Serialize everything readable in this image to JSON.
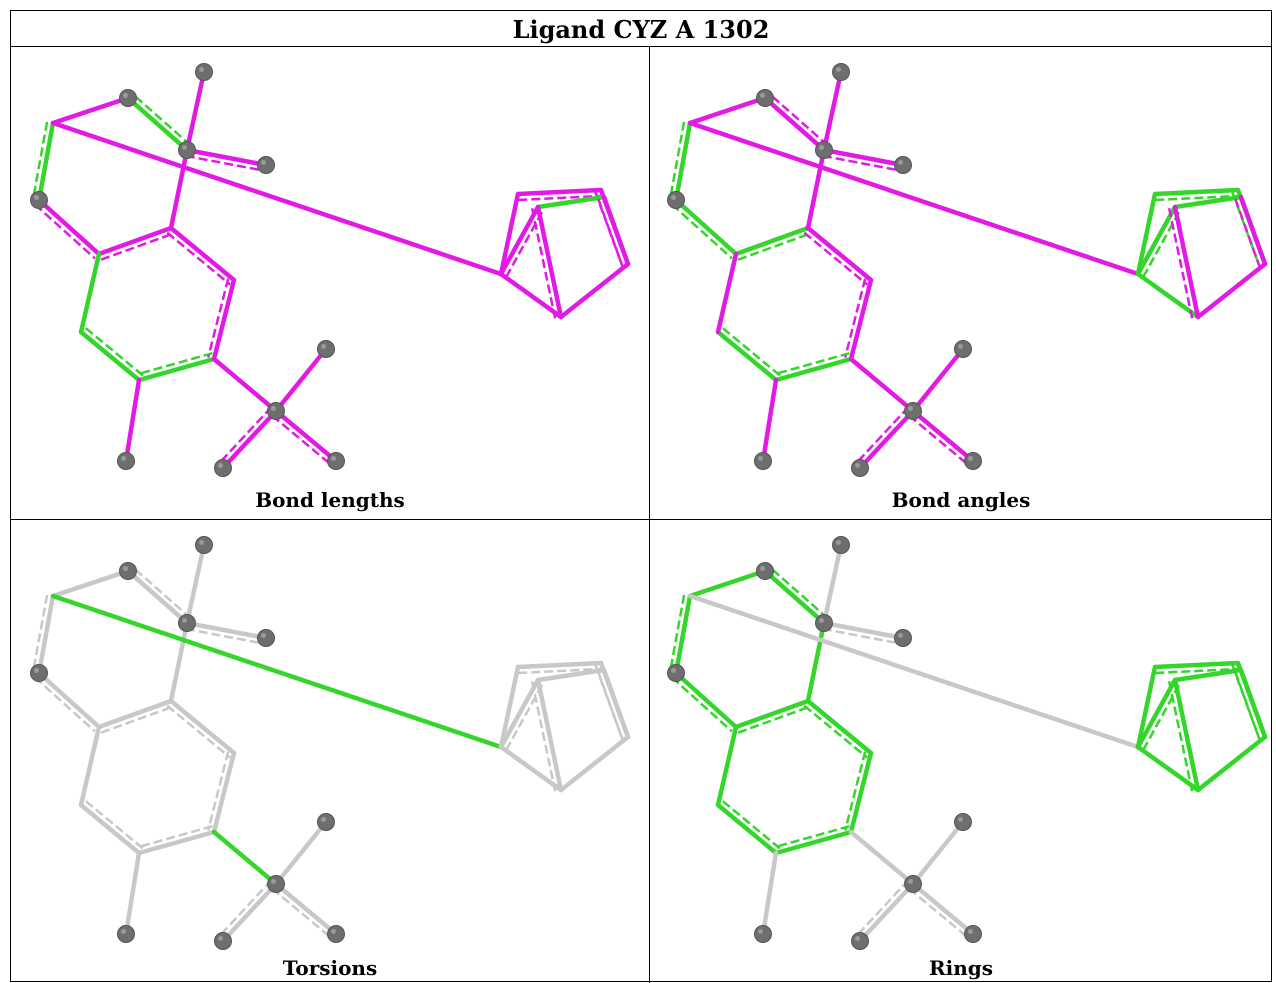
{
  "title": "Ligand CYZ A 1302",
  "colors": {
    "magenta": "#e21ae6",
    "green": "#34d62b",
    "gray": "#c8c8c8",
    "atom": "#6e6e6e"
  },
  "panels": [
    {
      "caption": "Bond lengths"
    },
    {
      "caption": "Bond angles"
    },
    {
      "caption": "Torsions"
    },
    {
      "caption": "Rings"
    }
  ]
}
